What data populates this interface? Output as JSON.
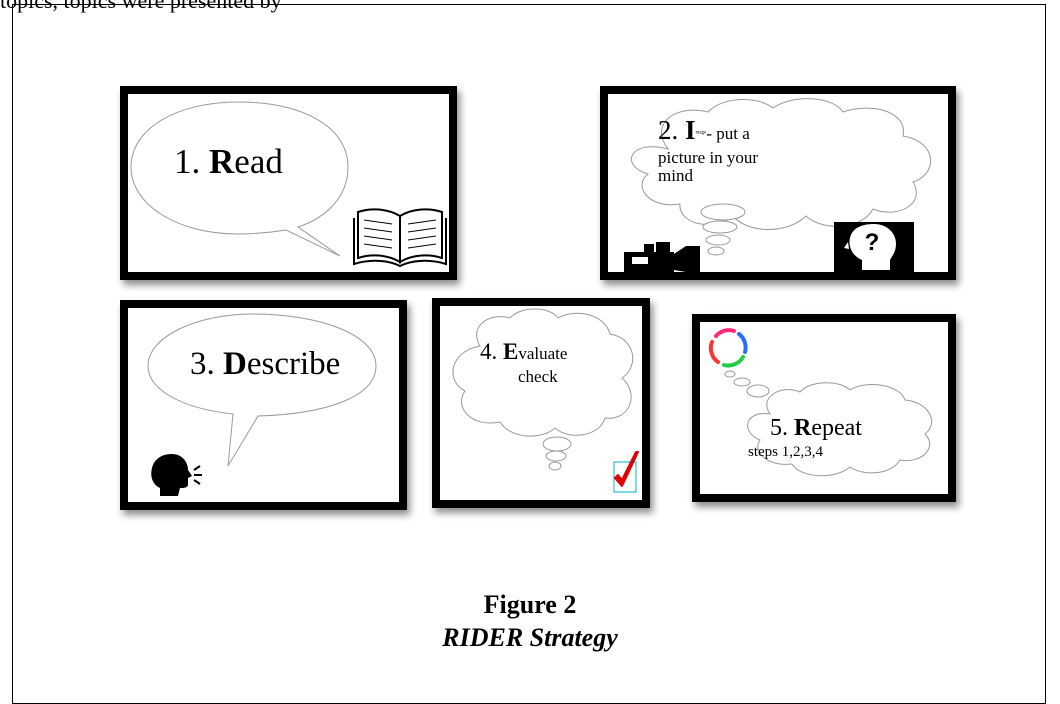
{
  "header_fragment": "      topics, topics were presented by",
  "steps": [
    {
      "number": "1.",
      "letter": "R",
      "rest": "ead",
      "icon": "open-book-icon"
    },
    {
      "number": "2.",
      "letter": "I",
      "small": "mage",
      "rest": "- put a",
      "line2": "picture in your",
      "line3": "mind",
      "icons": [
        "video-camera-icon",
        "head-question-icon"
      ]
    },
    {
      "number": "3.",
      "letter": "D",
      "rest": "escribe",
      "icon": "speaking-head-icon"
    },
    {
      "number": "4.",
      "letter": "E",
      "rest": "valuate",
      "line2": "check",
      "icon": "checkmark-icon"
    },
    {
      "number": "5.",
      "letter": "R",
      "rest": "epeat",
      "line2": "steps 1,2,3,4",
      "icon": "cycle-arrows-icon"
    }
  ],
  "caption": {
    "label": "Figure 2",
    "title": "RIDER Strategy"
  },
  "colors": {
    "frame": "#000000",
    "checkmark": "#e00000",
    "checkbox": "#00b4d8",
    "cycle": [
      "#ff2a7a",
      "#2a6bff",
      "#22cc44",
      "#ff3333"
    ]
  }
}
